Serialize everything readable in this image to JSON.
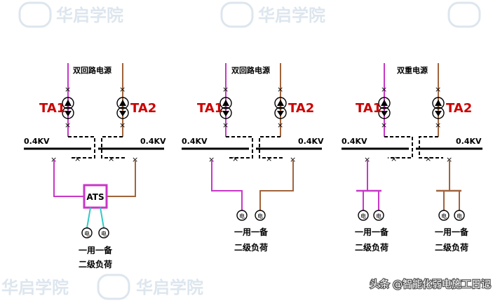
{
  "watermark": {
    "text": "华启学院"
  },
  "colors": {
    "feeder_a": "#c837c8",
    "feeder_b": "#a0643c",
    "cable": "#33c8c8",
    "bus": "#000000",
    "ta_label": "#cc0000",
    "watermark": "#dde6ee"
  },
  "diagrams": [
    {
      "source_label": "双回路电源",
      "ta_left": "TA1",
      "ta_right": "TA2",
      "bus_left": "0.4KV",
      "bus_right": "0.4KV",
      "device": "ATS",
      "load_symbol": "电",
      "load_line1": "一用一备",
      "load_line2": "二级负荷"
    },
    {
      "source_label": "双回路电源",
      "ta_left": "TA1",
      "ta_right": "TA2",
      "bus_left": "0.4KV",
      "bus_right": "0.4KV",
      "load_symbol": "电",
      "load_line1": "一用一备",
      "load_line2": "二级负荷"
    },
    {
      "source_label": "双重电源",
      "ta_left": "TA1",
      "ta_right": "TA2",
      "bus_left": "0.4KV",
      "bus_right": "0.4KV",
      "load_symbol": "电",
      "load_line1": "一用一备",
      "load_line2": "二级负荷",
      "load2_line1": "一用一备",
      "load2_line2": "二级负荷"
    }
  ],
  "credit": "头条 @智能化弱电施工日记"
}
